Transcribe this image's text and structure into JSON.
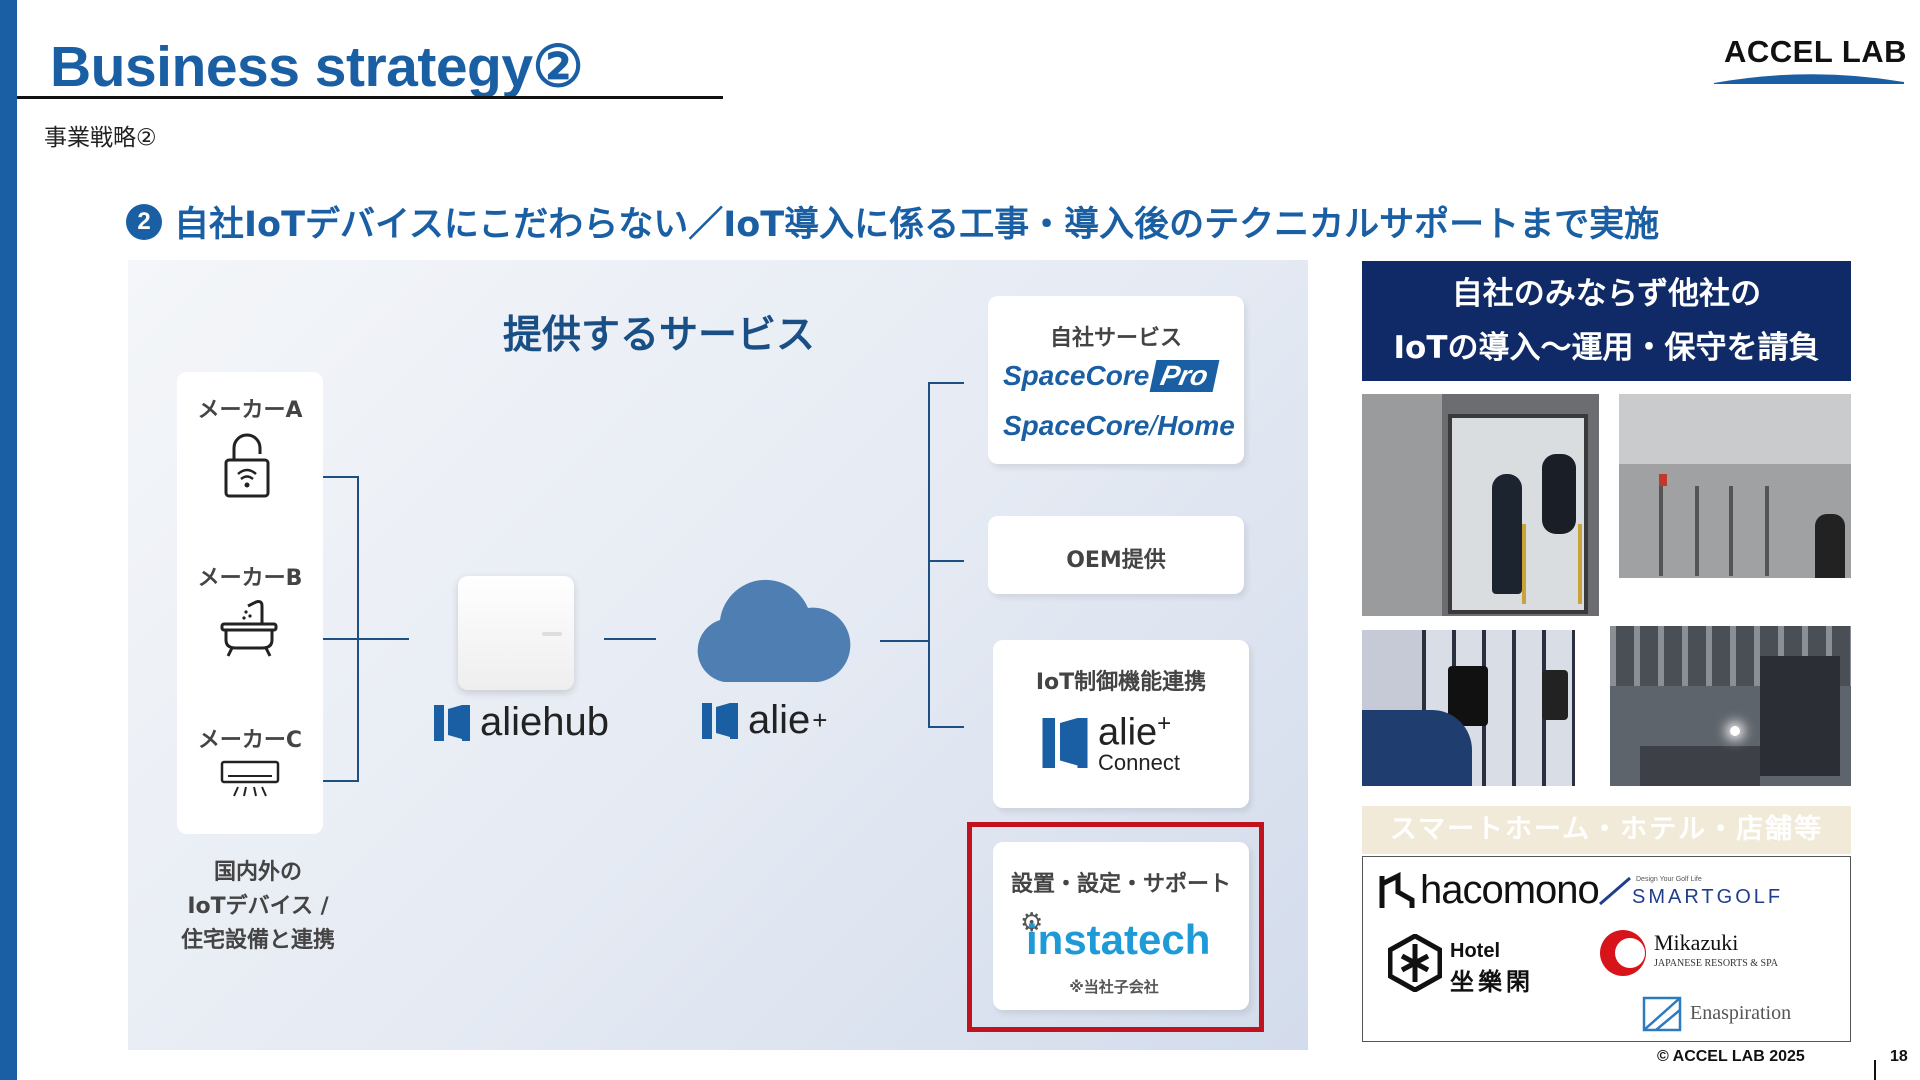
{
  "header": {
    "title": "Business strategy②",
    "subtitle": "事業戦略②",
    "logo": "ACCEL LAB"
  },
  "headline": {
    "number": "2",
    "text": "自社IoTデバイスにこだわらない／IoT導入に係る工事・導入後のテクニカルサポートまで実施"
  },
  "diagram": {
    "title": "提供するサービス",
    "makers": [
      {
        "label": "メーカーA",
        "icon": "smart-lock-icon"
      },
      {
        "label": "メーカーB",
        "icon": "bathtub-icon"
      },
      {
        "label": "メーカーC",
        "icon": "air-conditioner-icon"
      }
    ],
    "maker_note_lines": [
      "国内外の",
      "IoTデバイス /",
      "住宅設備と連携"
    ],
    "hub_brand": "aliehub",
    "cloud_brand": "alie",
    "cloud_brand_sup": "+",
    "services": {
      "own": {
        "title": "自社サービス",
        "logo_pro_main": "SpaceCore",
        "logo_pro_tag": "Pro",
        "logo_home_main": "SpaceCore",
        "logo_home_tag": "Home"
      },
      "oem": {
        "title": "OEM提供"
      },
      "iot": {
        "title": "IoT制御機能連携",
        "brand": "alie",
        "brand_sup": "+",
        "brand_sub": "Connect"
      },
      "support": {
        "title": "設置・設定・サポート",
        "brand": "instatech",
        "note": "※当社子会社"
      }
    }
  },
  "right": {
    "banner_lines": [
      "自社のみならず他社の",
      "IoTの導入〜運用・保守を請負"
    ],
    "category": "スマートホーム・ホテル・店舗等",
    "partners": {
      "hacomono": "hacomono",
      "smartgolf_tagline": "Design Your Golf Life",
      "smartgolf": "SMARTGOLF",
      "hotel_en": "Hotel",
      "hotel_jp": "坐樂閑",
      "mikazuki": "Mikazuki",
      "mikazuki_sub": "JAPANESE RESORTS & SPA",
      "enaspiration": "Enaspiration"
    }
  },
  "footer": {
    "copyright": "© ACCEL LAB 2025",
    "page": "18"
  },
  "colors": {
    "brand_blue": "#1a5fa3",
    "navy": "#0f2a66",
    "highlight_red": "#c1121f",
    "instatech_blue": "#1e9ad6"
  }
}
